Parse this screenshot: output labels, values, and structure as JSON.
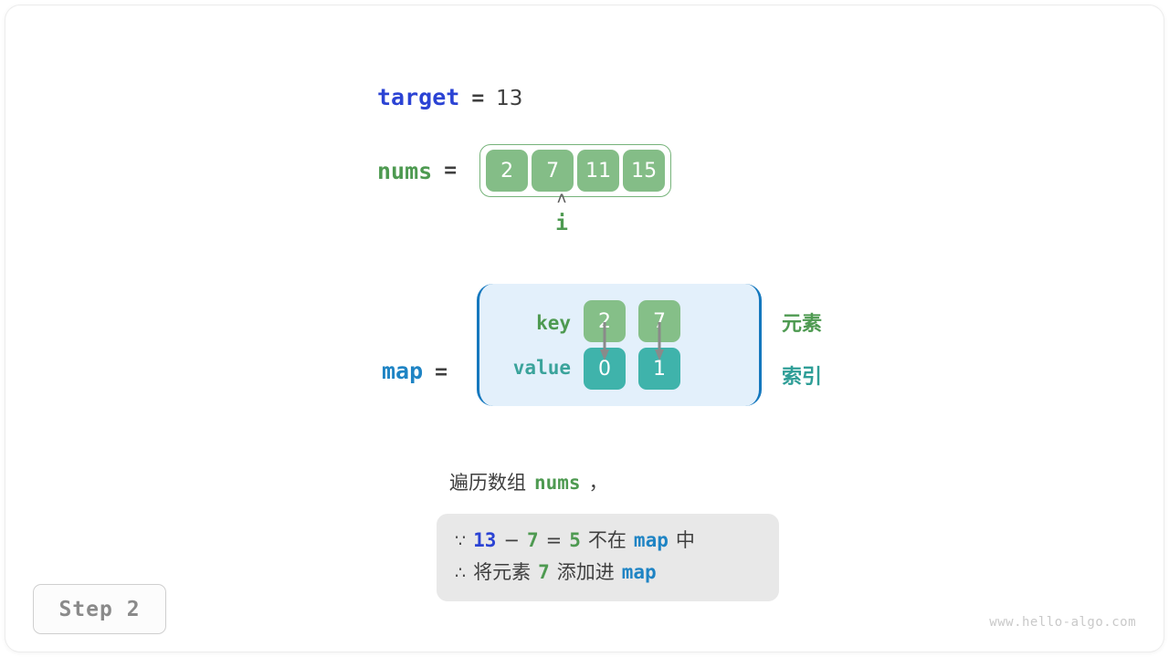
{
  "target": {
    "label": "target",
    "equals": "=",
    "value": "13"
  },
  "nums": {
    "label": "nums",
    "equals": "=",
    "cells": [
      "2",
      "7",
      "11",
      "15"
    ],
    "pointer": {
      "caret": "ʌ",
      "name": "i",
      "index": 1
    }
  },
  "map": {
    "label": "map",
    "equals": "=",
    "row_labels": {
      "key": "key",
      "value": "value"
    },
    "entries": [
      {
        "key": "2",
        "value": "0"
      },
      {
        "key": "7",
        "value": "1"
      }
    ],
    "legend": {
      "element": "元素",
      "index": "索引"
    }
  },
  "caption": {
    "prefix": "遍历数组",
    "code": "nums",
    "suffix": "，"
  },
  "explanation": {
    "line1": {
      "symbol": "∵",
      "a": "13",
      "minus": "−",
      "b": "7",
      "eq": "=",
      "c": "5",
      "text1": "不在",
      "map": "map",
      "text2": "中"
    },
    "line2": {
      "symbol": "∴",
      "text1": "将元素",
      "b": "7",
      "text2": "添加进",
      "map": "map"
    }
  },
  "step_badge": {
    "label": "Step 2"
  },
  "watermark": {
    "text": "www.hello-algo.com"
  },
  "colors": {
    "target_blue": "#2b43d4",
    "map_blue": "#1f84c4",
    "green": "#4e9a51",
    "cell_green": "#84bd87",
    "cell_teal": "#3fb3ab",
    "teal_text": "#2f9e97",
    "map_box_bg": "#e3f0fb",
    "map_box_border": "#1578be",
    "explain_bg": "#e8e8e8",
    "arrow_gray": "#8a8a8a"
  }
}
